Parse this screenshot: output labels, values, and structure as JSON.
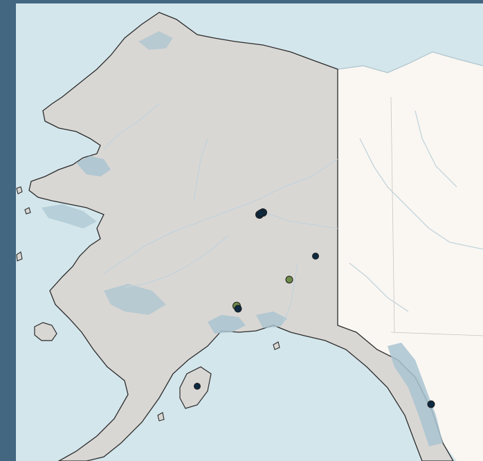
{
  "map": {
    "region": "Alaska",
    "colors": {
      "frame": "#436681",
      "water": "#d3e6ec",
      "state_fill": "#d9d7d4",
      "neighbor_land": "#faf7f3",
      "outline": "#2a2a2a",
      "inland_water": "#a9c4d0",
      "rivers": "#c9d6dc",
      "marker_dark": "#0d2a40",
      "marker_green": "#6f8b4a"
    },
    "markers": [
      {
        "id": "fairbanks-1",
        "color": "dark"
      },
      {
        "id": "fairbanks-2",
        "color": "dark"
      },
      {
        "id": "fairbanks-3",
        "color": "dark"
      },
      {
        "id": "east-interior",
        "color": "dark"
      },
      {
        "id": "copper-basin",
        "color": "green"
      },
      {
        "id": "matsu-1",
        "color": "green"
      },
      {
        "id": "matsu-2",
        "color": "dark"
      },
      {
        "id": "kodiak",
        "color": "dark"
      },
      {
        "id": "southeast",
        "color": "dark"
      }
    ]
  }
}
